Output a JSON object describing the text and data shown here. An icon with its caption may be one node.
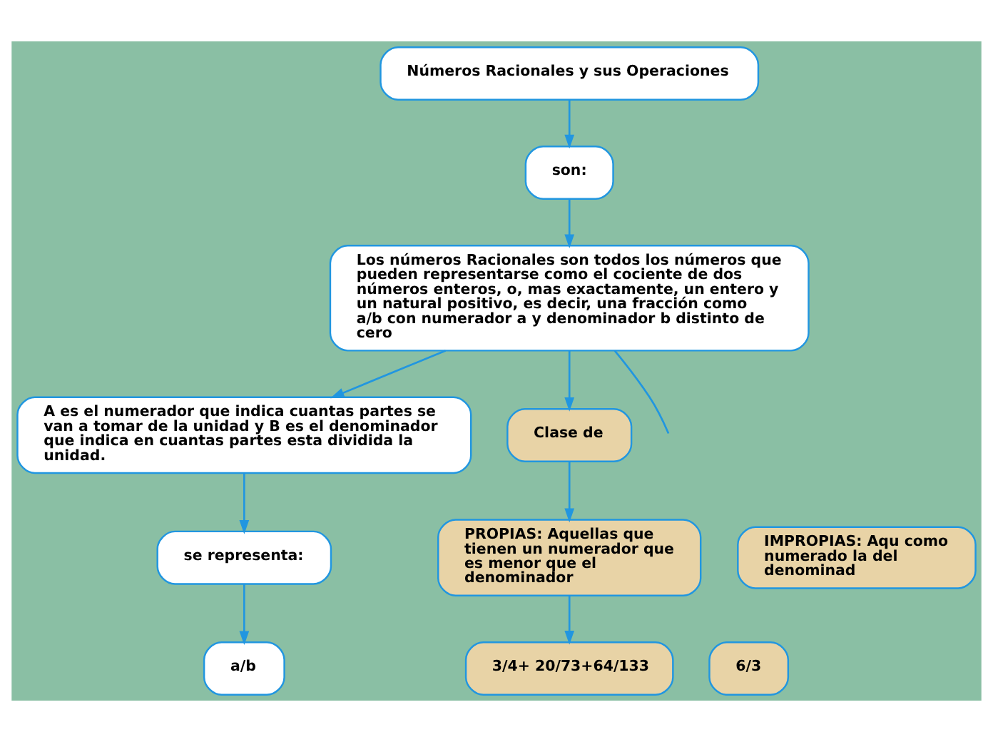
{
  "diagram": {
    "nodes": [
      {
        "text": [
          "Números Racionales y sus Operaciones"
        ]
      },
      {
        "text": [
          "son:"
        ]
      },
      {
        "text": [
          "Los números Racionales son todos los números que pueden representarse como el cociente de dos números enteros, o, mas exactamente, un entero y un natural positivo, es decir, una fracción como a/b con numerador a y denominador b distinto de cero"
        ]
      },
      {
        "text": [
          "A es el numerador que indica cuantas partes se van a tomar de la unidad y B es el denominador que indica en cuantas partes esta dividida la unidad."
        ]
      },
      {
        "text": [
          "se representa:"
        ]
      },
      {
        "text": [
          "a/b"
        ]
      },
      {
        "text": [
          "Clase de"
        ]
      },
      {
        "text": [
          "IMPROPIAS: Aqu como numerado la del denominad"
        ]
      },
      {
        "text": [
          "PROPIAS: Aquellas que tienen un numerador que es menor que el denominador"
        ]
      },
      {
        "text": [
          "6/3"
        ]
      },
      {
        "text": [
          "3/4+ 20/73+64/133"
        ]
      }
    ],
    "edges": [
      {
        "from": 0,
        "to": 1,
        "arrow": "to"
      },
      {
        "from": 1,
        "to": 2,
        "arrow": "to"
      },
      {
        "from": 2,
        "to": 3,
        "arrow": "to"
      },
      {
        "from": 3,
        "to": 4,
        "arrow": "to"
      },
      {
        "from": 4,
        "to": 5,
        "arrow": "to"
      },
      {
        "from": 2,
        "to": null,
        "arrow": "none"
      },
      {
        "from": 2,
        "to": 6,
        "arrow": "to"
      },
      {
        "from": 6,
        "to": 8,
        "arrow": "to"
      },
      {
        "from": 8,
        "to": 10,
        "arrow": "to"
      }
    ]
  }
}
